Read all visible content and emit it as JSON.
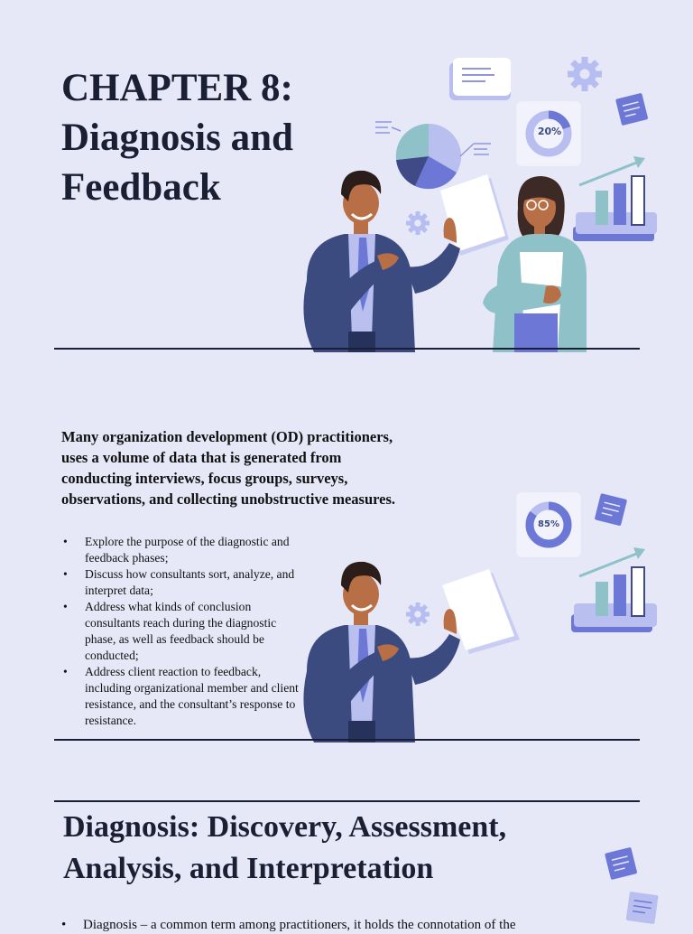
{
  "chapter": {
    "title_line1": "CHAPTER 8:",
    "title_line2": "Diagnosis and",
    "title_line3": "Feedback"
  },
  "charts": {
    "donut_top_label": "20%",
    "donut_top_value": 0.2,
    "donut_mid_label": "85%",
    "donut_mid_value": 0.85
  },
  "intro": {
    "paragraph": "Many organization development (OD) practitioners, uses a volume of data that is generated from conducting interviews, focus groups, surveys, observations, and collecting unobstructive measures.",
    "bullets": [
      "Explore the purpose of the diagnostic and feedback phases;",
      "Discuss how consultants sort, analyze, and interpret data;",
      "Address what kinds of conclusion consultants reach during the diagnostic phase, as well as feedback should be conducted;",
      "Address client reaction to feedback, including organizational member and client resistance, and the consultant’s response to resistance."
    ]
  },
  "section2": {
    "title_line1": "Diagnosis: Discovery, Assessment,",
    "title_line2": "Analysis, and Interpretation",
    "bullet_partial": "Diagnosis – a common term among practitioners, it holds the connotation of the"
  },
  "colors": {
    "background": "#e6e8f8",
    "navy_suit": "#3b4a7f",
    "teal": "#8ec1c8",
    "periwinkle": "#7680d6",
    "skin": "#b86f46"
  }
}
